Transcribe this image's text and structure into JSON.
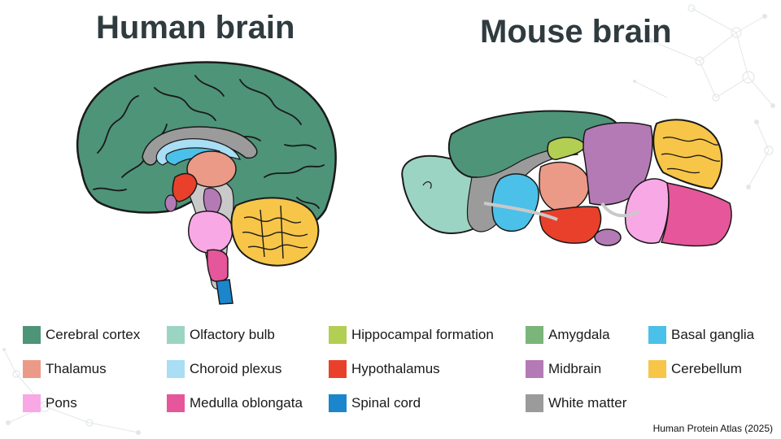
{
  "titles": {
    "human": "Human brain",
    "mouse": "Mouse brain"
  },
  "legend": [
    {
      "label": "Cerebral cortex",
      "color": "#4e9478"
    },
    {
      "label": "Olfactory bulb",
      "color": "#9cd4c4"
    },
    {
      "label": "Hippocampal formation",
      "color": "#b2cf53"
    },
    {
      "label": "Amygdala",
      "color": "#7bb57a"
    },
    {
      "label": "Basal ganglia",
      "color": "#4bc0e8"
    },
    {
      "label": "Thalamus",
      "color": "#eb9a88"
    },
    {
      "label": "Choroid plexus",
      "color": "#a9def4"
    },
    {
      "label": "Hypothalamus",
      "color": "#e8402a"
    },
    {
      "label": "Midbrain",
      "color": "#b47ab5"
    },
    {
      "label": "Cerebellum",
      "color": "#f7c548"
    },
    {
      "label": "Pons",
      "color": "#f9a8e6"
    },
    {
      "label": "Medulla oblongata",
      "color": "#e6569a"
    },
    {
      "label": "Spinal cord",
      "color": "#1c86cc"
    },
    {
      "label": "White matter",
      "color": "#9b9b9b"
    }
  ],
  "credit": "Human Protein Atlas (2025)"
}
